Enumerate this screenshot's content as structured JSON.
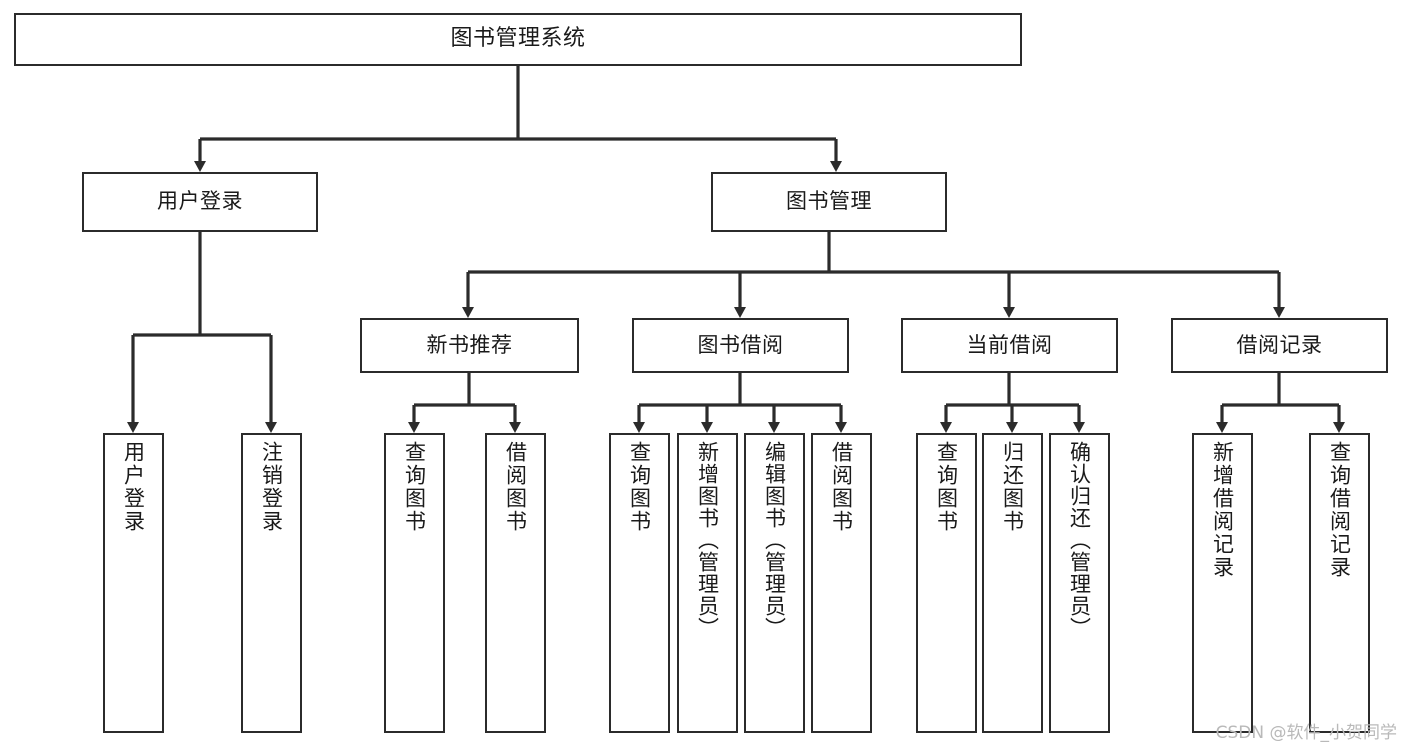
{
  "diagram": {
    "title": "图书管理系统",
    "type": "function-structure-tree",
    "watermark": "CSDN @软件_小贺同学",
    "colors": {
      "stroke": "#2b2b2b",
      "fill": "#ffffff",
      "text": "#1a1a1a",
      "watermark": "#b9b9b9"
    },
    "levels": {
      "root": {
        "label": "图书管理系统"
      },
      "level2": [
        {
          "label": "用户登录"
        },
        {
          "label": "图书管理"
        }
      ],
      "level3": [
        {
          "label": "新书推荐"
        },
        {
          "label": "图书借阅"
        },
        {
          "label": "当前借阅"
        },
        {
          "label": "借阅记录"
        }
      ],
      "leaves_user_login": [
        {
          "label": "用户登录"
        },
        {
          "label": "注销登录"
        }
      ],
      "leaves_new_book": [
        {
          "label": "查询图书"
        },
        {
          "label": "借阅图书"
        }
      ],
      "leaves_borrow": [
        {
          "label": "查询图书"
        },
        {
          "label": "新增图书（管理员）"
        },
        {
          "label": "编辑图书（管理员）"
        },
        {
          "label": "借阅图书"
        }
      ],
      "leaves_current": [
        {
          "label": "查询图书"
        },
        {
          "label": "归还图书"
        },
        {
          "label": "确认归还（管理员）"
        }
      ],
      "leaves_records": [
        {
          "label": "新增借阅记录"
        },
        {
          "label": "查询借阅记录"
        }
      ]
    }
  }
}
